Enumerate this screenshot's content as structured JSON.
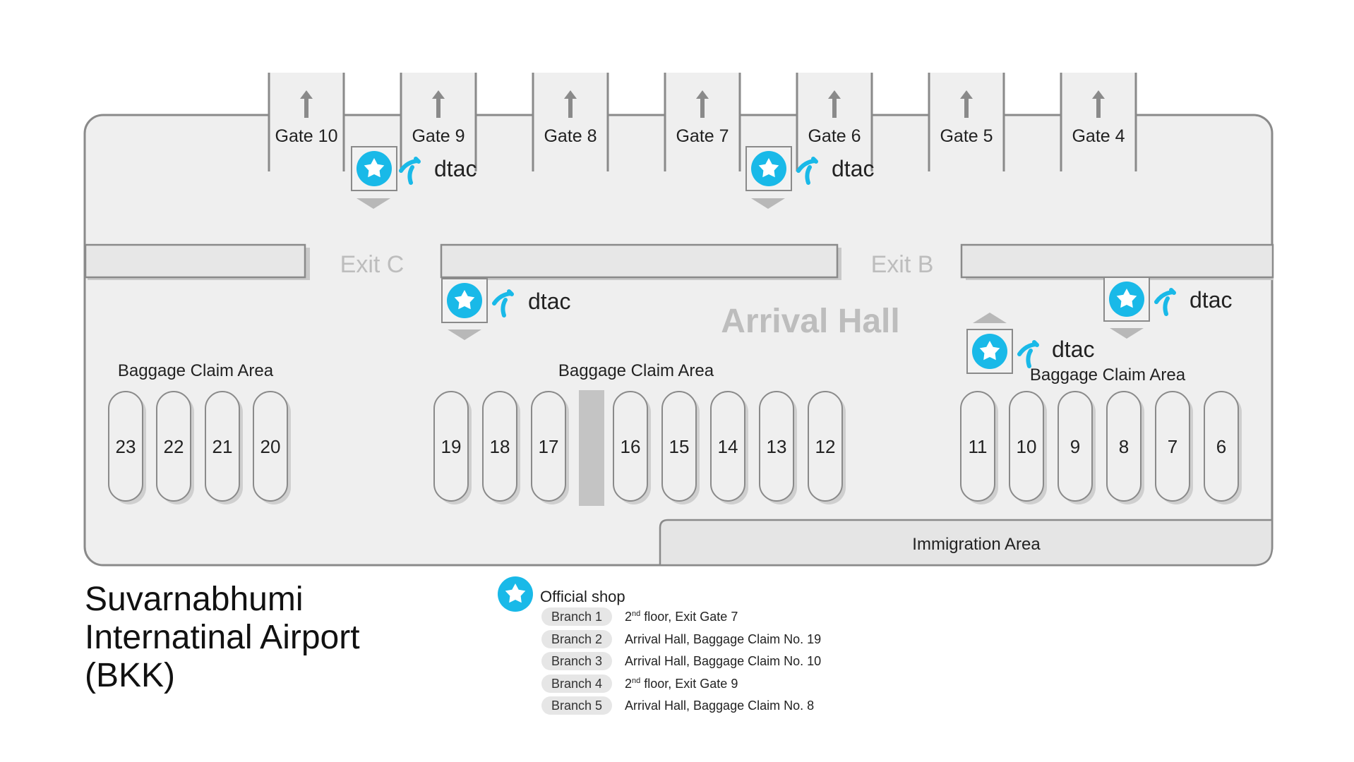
{
  "map": {
    "hall_label": "Arrival Hall",
    "exits": [
      "Exit C",
      "Exit B"
    ],
    "gates": [
      "Gate 10",
      "Gate 9",
      "Gate 8",
      "Gate 7",
      "Gate 6",
      "Gate 5",
      "Gate 4"
    ],
    "baggage_area_labels": [
      "Baggage Claim Area",
      "Baggage Claim Area",
      "Baggage Claim Area"
    ],
    "belts": {
      "left": [
        "23",
        "22",
        "21",
        "20"
      ],
      "center_a": [
        "19",
        "18",
        "17"
      ],
      "center_b": [
        "16",
        "15",
        "14",
        "13",
        "12"
      ],
      "right": [
        "11",
        "10",
        "9",
        "8",
        "7",
        "6"
      ]
    },
    "immigration_label": "Immigration Area",
    "shop_brand": "dtac",
    "colors": {
      "star": "#19b9e8",
      "wall": "#8a8a8a",
      "floor": "#efefef",
      "hall_text": "#bdbdbd"
    }
  },
  "title": {
    "line1": "Suvarnabhumi",
    "line2": "Internatinal Airport",
    "line3": "(BKK)"
  },
  "legend": {
    "icon": "star-badge-icon",
    "title": "Official shop",
    "branches": [
      {
        "label": "Branch 1",
        "ord": "2",
        "sup": "nd",
        "rest": " floor, Exit Gate 7"
      },
      {
        "label": "Branch 2",
        "ord": "",
        "sup": "",
        "rest": "Arrival Hall, Baggage Claim No. 19"
      },
      {
        "label": "Branch 3",
        "ord": "",
        "sup": "",
        "rest": "Arrival Hall, Baggage Claim No. 10"
      },
      {
        "label": "Branch 4",
        "ord": "2",
        "sup": "nd",
        "rest": " floor, Exit Gate 9"
      },
      {
        "label": "Branch 5",
        "ord": "",
        "sup": "",
        "rest": "Arrival Hall, Baggage Claim No. 8"
      }
    ]
  }
}
